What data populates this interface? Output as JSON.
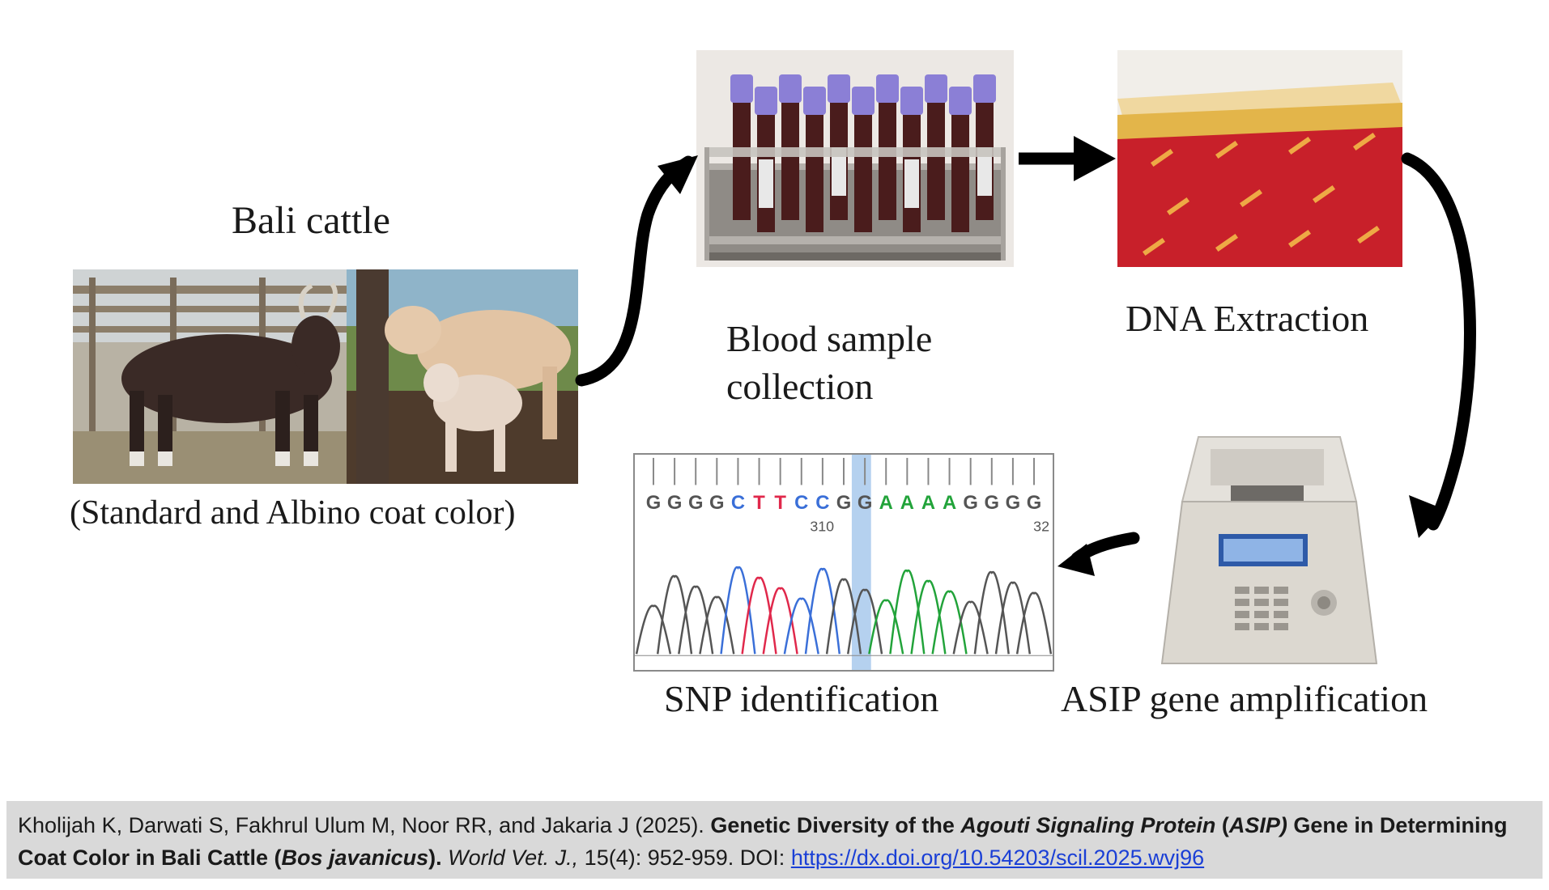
{
  "labels": {
    "bali_cattle": "Bali cattle",
    "coat_color": "(Standard and Albino coat color)",
    "blood_line1": "Blood sample",
    "blood_line2": "collection",
    "dna": "DNA Extraction",
    "snp": "SNP identification",
    "asip": "ASIP gene amplification"
  },
  "chromatogram": {
    "bases": [
      "G",
      "G",
      "G",
      "G",
      "C",
      "T",
      "T",
      "C",
      "C",
      "G",
      "G",
      "A",
      "A",
      "A",
      "A",
      "G",
      "G",
      "G",
      "G"
    ],
    "position_label_1": "310",
    "position_label_2": "32"
  },
  "citation": {
    "authors": "Kholijah K, Darwati S, Fakhrul Ulum M, Noor RR, and Jakaria J (2025). ",
    "title_1": "Genetic Diversity of the ",
    "title_italic_1": "Agouti Signaling Protein",
    "title_2": " (",
    "title_italic_2": "ASIP)",
    "title_3": " Gene in Determining Coat Color in Bali Cattle (",
    "title_italic_3": "Bos javanicus",
    "title_4": ").",
    "journal": "World Vet. J.,",
    "details": " 15(4): 952-959. DOI: ",
    "doi": "https://dx.doi.org/10.54203/scil.2025.wvj96"
  },
  "colors": {
    "base_G": "#555555",
    "base_A": "#22a33a",
    "base_T": "#e0284b",
    "base_C": "#3a6fd8",
    "highlight": "#9cc1ea",
    "citation_bg": "#d9d9d9",
    "link": "#1a3fd6"
  }
}
